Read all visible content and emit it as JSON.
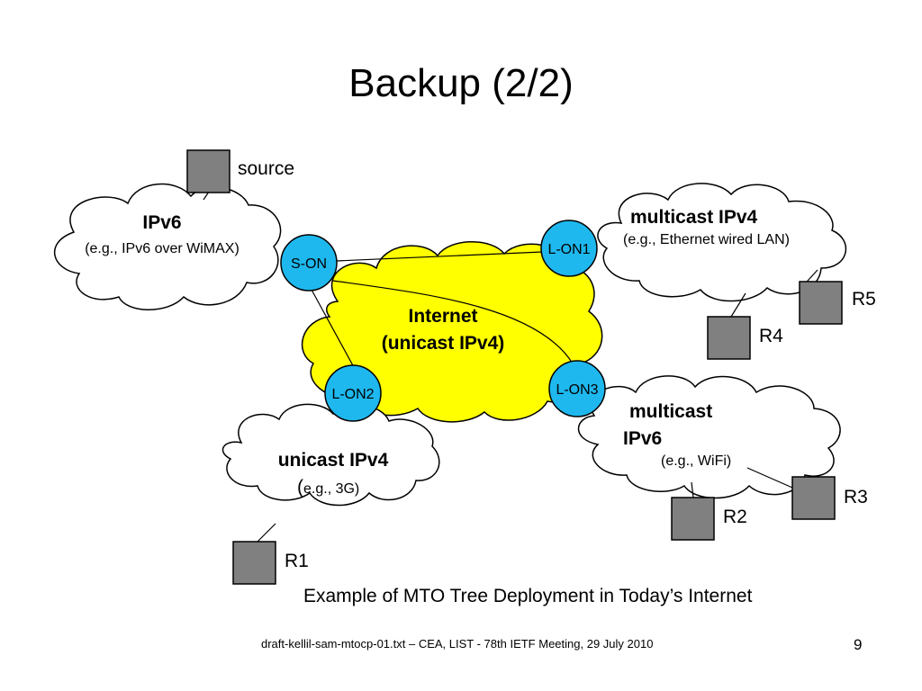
{
  "title": "Backup (2/2)",
  "colors": {
    "node_fill": "#1eb8ee",
    "internet_fill": "#ffff00",
    "host_fill": "#808080",
    "cloud_fill": "#ffffff",
    "stroke": "#000000"
  },
  "clouds": {
    "ipv6": {
      "title": "IPv6",
      "subtitle": "(e.g., IPv6 over WiMAX)"
    },
    "internet": {
      "line1": "Internet",
      "line2": "(unicast IPv4)"
    },
    "multicast_ipv4": {
      "title": "multicast IPv4",
      "subtitle": "(e.g., Ethernet wired LAN)"
    },
    "multicast_ipv6": {
      "line1": "multicast",
      "line2": "IPv6",
      "subtitle": "(e.g., WiFi)"
    },
    "unicast_ipv4": {
      "title": "unicast IPv4",
      "paren": "(",
      "subtitle": "e.g., 3G)"
    }
  },
  "nodes": {
    "s_on": "S-ON",
    "l_on1": "L-ON1",
    "l_on2": "L-ON2",
    "l_on3": "L-ON3"
  },
  "hosts": {
    "source": "source",
    "r1": "R1",
    "r2": "R2",
    "r3": "R3",
    "r4": "R4",
    "r5": "R5"
  },
  "caption": "Example of MTO Tree Deployment in Today’s Internet",
  "footer": "draft-kellil-sam-mtocp-01.txt – CEA, LIST - 78th IETF Meeting, 29 July 2010",
  "page_number": "9"
}
